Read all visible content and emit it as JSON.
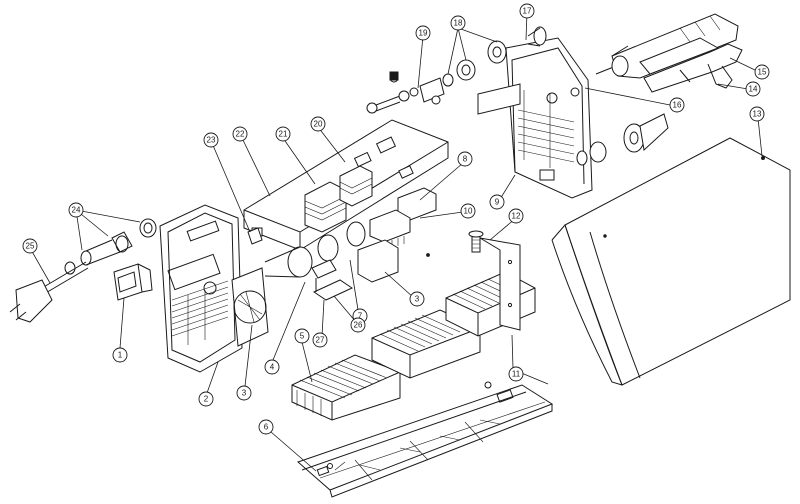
{
  "diagram": {
    "kind": "exploded parts view",
    "colors": {
      "line": "#1a1a1a",
      "background": "#ffffff"
    },
    "callouts": [
      {
        "id": "1",
        "label": "1"
      },
      {
        "id": "2",
        "label": "2"
      },
      {
        "id": "3a",
        "label": "3"
      },
      {
        "id": "3b",
        "label": "3"
      },
      {
        "id": "4",
        "label": "4"
      },
      {
        "id": "5",
        "label": "5"
      },
      {
        "id": "6",
        "label": "6"
      },
      {
        "id": "7",
        "label": "7"
      },
      {
        "id": "8",
        "label": "8"
      },
      {
        "id": "9",
        "label": "9"
      },
      {
        "id": "10",
        "label": "10"
      },
      {
        "id": "11",
        "label": "11"
      },
      {
        "id": "12",
        "label": "12"
      },
      {
        "id": "13",
        "label": "13"
      },
      {
        "id": "14",
        "label": "14"
      },
      {
        "id": "15",
        "label": "15"
      },
      {
        "id": "16",
        "label": "16"
      },
      {
        "id": "17",
        "label": "17"
      },
      {
        "id": "18",
        "label": "18"
      },
      {
        "id": "19",
        "label": "19"
      },
      {
        "id": "20",
        "label": "20"
      },
      {
        "id": "21",
        "label": "21"
      },
      {
        "id": "22",
        "label": "22"
      },
      {
        "id": "23",
        "label": "23"
      },
      {
        "id": "24",
        "label": "24"
      },
      {
        "id": "25",
        "label": "25"
      },
      {
        "id": "26",
        "label": "26"
      },
      {
        "id": "27",
        "label": "27"
      }
    ]
  }
}
